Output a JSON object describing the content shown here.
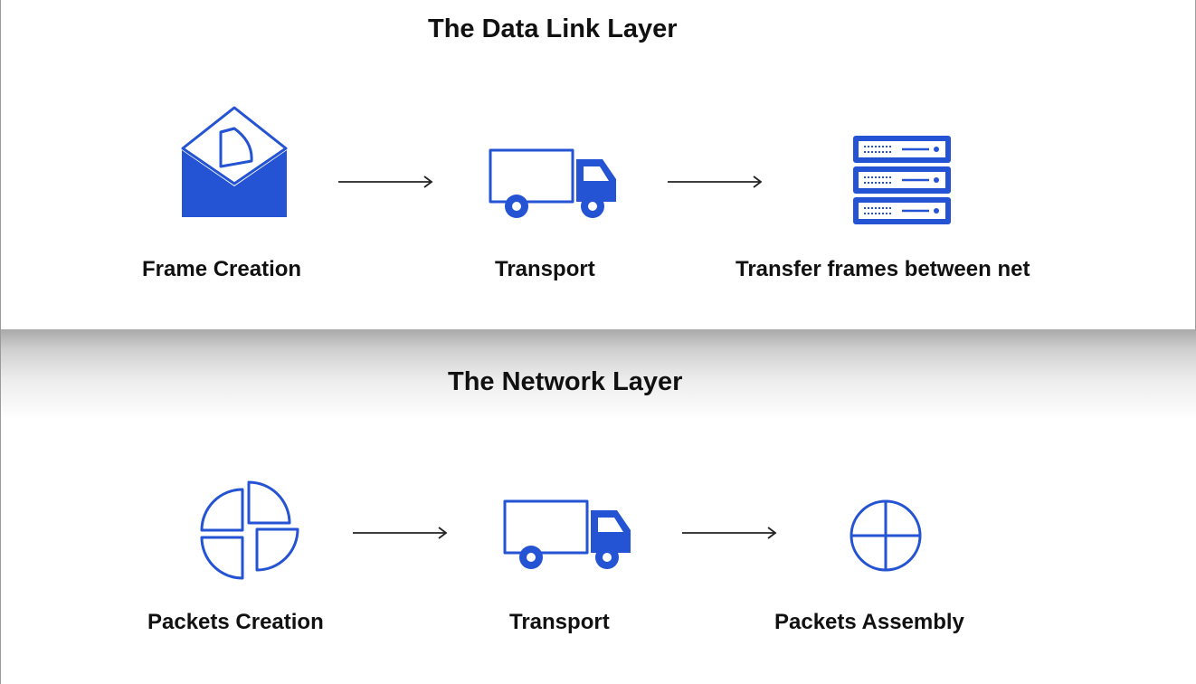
{
  "colors": {
    "accent": "#2453d3",
    "text": "#111111"
  },
  "data_link": {
    "title": "The Data Link Layer",
    "steps": [
      {
        "label": "Frame Creation",
        "icon": "envelope-icon"
      },
      {
        "label": "Transport",
        "icon": "truck-icon"
      },
      {
        "label": "Transfer frames between net",
        "icon": "server-rack-icon"
      }
    ]
  },
  "network": {
    "title": "The Network Layer",
    "steps": [
      {
        "label": "Packets Creation",
        "icon": "split-packets-icon"
      },
      {
        "label": "Transport",
        "icon": "truck-icon"
      },
      {
        "label": "Packets Assembly",
        "icon": "assembled-circle-icon"
      }
    ]
  }
}
